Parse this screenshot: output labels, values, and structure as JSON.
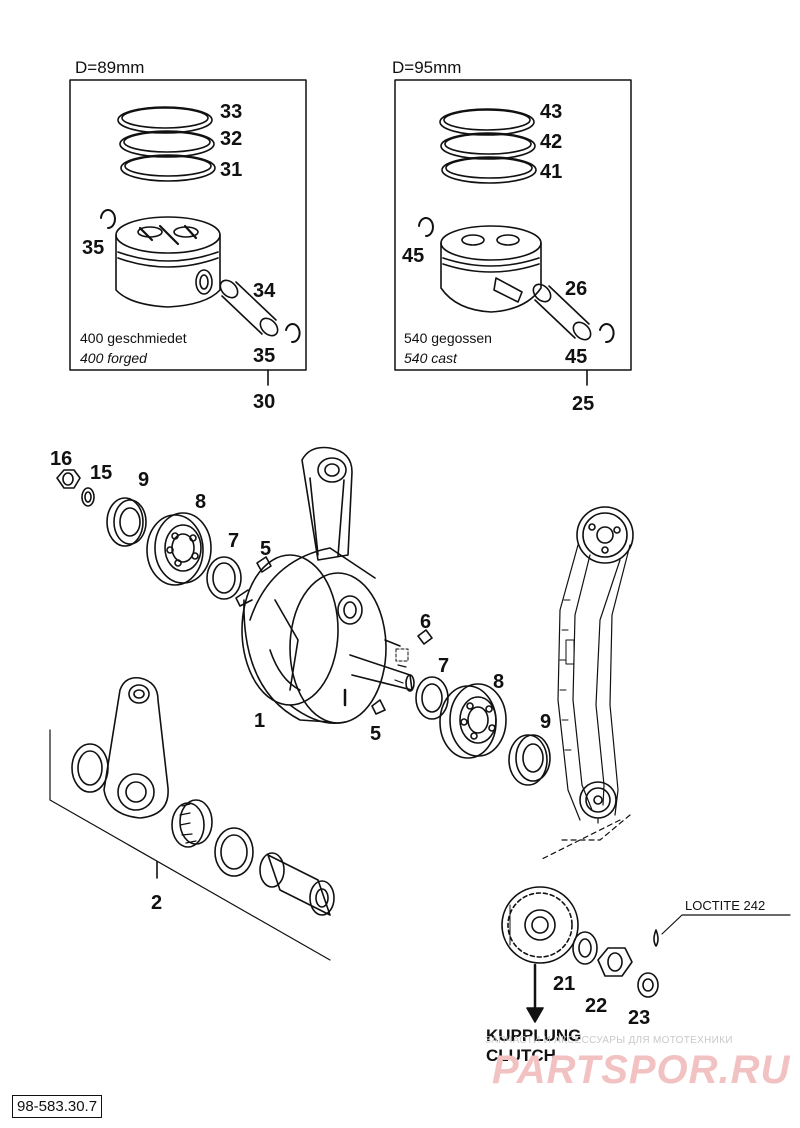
{
  "boxes": {
    "left": {
      "header": "D=89mm",
      "caption_de": "400 geschmiedet",
      "caption_en": "400 forged",
      "assembly_no": "30",
      "labels": {
        "ring_top": "33",
        "ring_mid": "32",
        "ring_bot": "31",
        "circlip": "35",
        "pin": "34",
        "circlip_b": "35"
      }
    },
    "right": {
      "header": "D=95mm",
      "caption_de": "540 gegossen",
      "caption_en": "540 cast",
      "assembly_no": "25",
      "labels": {
        "ring_top": "43",
        "ring_mid": "42",
        "ring_bot": "41",
        "circlip": "45",
        "pin": "26",
        "circlip_b": "45"
      }
    }
  },
  "parts": {
    "p16": "16",
    "p15": "15",
    "p9a": "9",
    "p8a": "8",
    "p7a": "7",
    "p5a": "5",
    "p6": "6",
    "p7b": "7",
    "p8b": "8",
    "p9b": "9",
    "p5b": "5",
    "p1": "1",
    "p2": "2",
    "p21": "21",
    "p22": "22",
    "p23": "23"
  },
  "annotations": {
    "loctite": "LOCTITE 242",
    "clutch_de": "KUPPLUNG",
    "clutch_en": "CLUTCH"
  },
  "footer": {
    "doc_number": "98-583.30.7"
  },
  "watermark": {
    "tagline": "ЗАПЧАСТИ И АКСЕССУАРЫ ДЛЯ МОТОТЕХНИКИ",
    "brand": "PARTSPOR.RU"
  }
}
